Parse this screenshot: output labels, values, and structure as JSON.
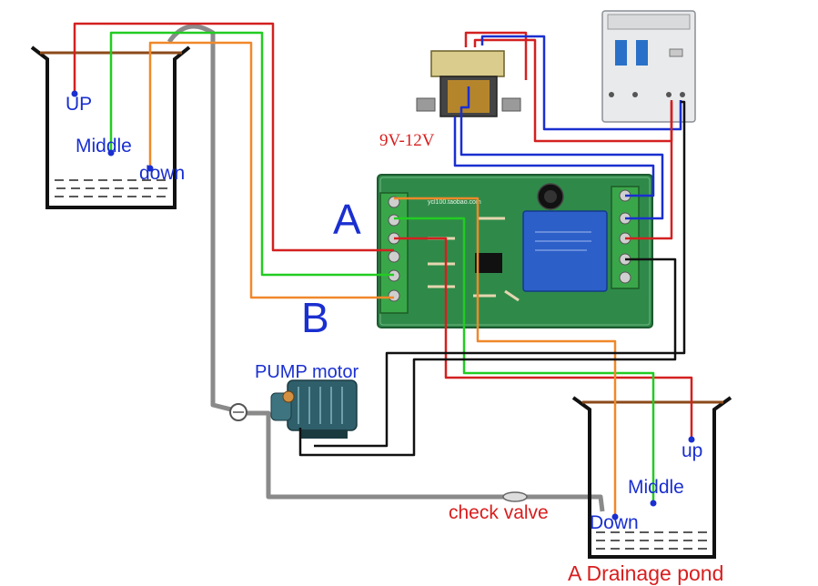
{
  "labels": {
    "left_up": "UP",
    "left_middle": "Middle",
    "left_down": "down",
    "voltage": "9V-12V",
    "terminal_a": "A",
    "terminal_b": "B",
    "pump": "PUMP motor",
    "check_valve": "check valve",
    "right_up": "up",
    "right_middle": "Middle",
    "right_down": "Down",
    "drainage_pond": "A Drainage pond"
  },
  "board_silk": "ycl100.taobao.com",
  "colors": {
    "red_wire": "#d42020",
    "green_wire": "#22cc22",
    "orange_wire": "#f0882a",
    "blue_wire": "#1a2fd0",
    "black_wire": "#111111",
    "pipe": "#8a8a8a",
    "brown_rim": "#8b4a1a",
    "label_blue": "#1a2fd0",
    "label_red": "#d81e1e",
    "board_green": "#2f8a4a",
    "relay_blue": "#2d5fc8"
  }
}
